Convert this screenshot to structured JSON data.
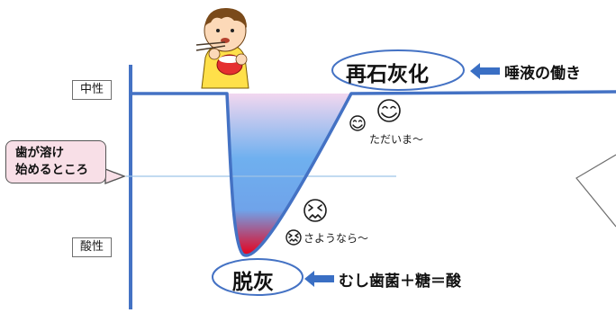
{
  "axis": {
    "neutral_label": "中性",
    "acidic_label": "酸性"
  },
  "callout": {
    "line1": "歯が溶け",
    "line2": "始めるところ"
  },
  "remineralization": {
    "label": "再石灰化",
    "cause": "唾液の働き",
    "face_text": "ただいま～"
  },
  "demineralization": {
    "label": "脱灰",
    "cause": "むし歯菌＋糖＝酸",
    "face_text": "さようなら～"
  },
  "colors": {
    "line": "#4472c4",
    "threshold_line": "#9dc3e6",
    "callout_fill": "#f8dfe7",
    "arrow": "#3a6fc4",
    "gradient_top": "#f2d7ef",
    "gradient_middle": "#6fb0ef",
    "gradient_bottom": "#e8001a"
  }
}
